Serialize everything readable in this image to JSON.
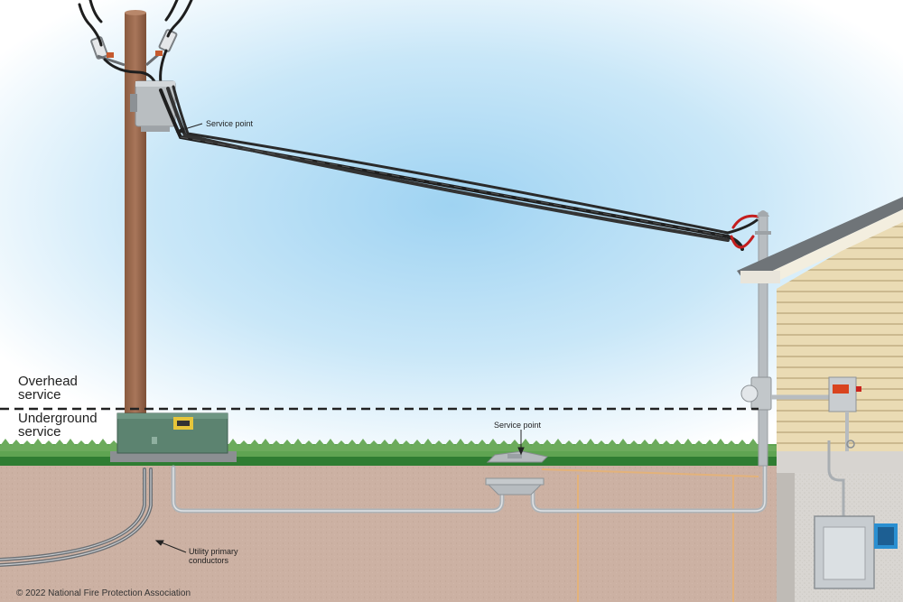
{
  "labels": {
    "overhead": [
      "Overhead",
      "service"
    ],
    "underground": [
      "Underground",
      "service"
    ],
    "service_point_overhead": "Service point",
    "service_point_underground": "Service point",
    "utility_primary": [
      "Utility primary",
      "conductors"
    ]
  },
  "copyright": "© 2022 National Fire Protection Association",
  "colors": {
    "sky_center": "#a9d8f3",
    "sky_edge": "#ffffff",
    "grass": "#3e8e3a",
    "soil": "#cdb2a4",
    "pole": "#9a6a4c",
    "siding": "#e9d8b0",
    "conduit": "#b9bec2",
    "transformer": "#587d6a",
    "cable": "#2b2b2b",
    "hot_conductor": "#c41e1e"
  }
}
